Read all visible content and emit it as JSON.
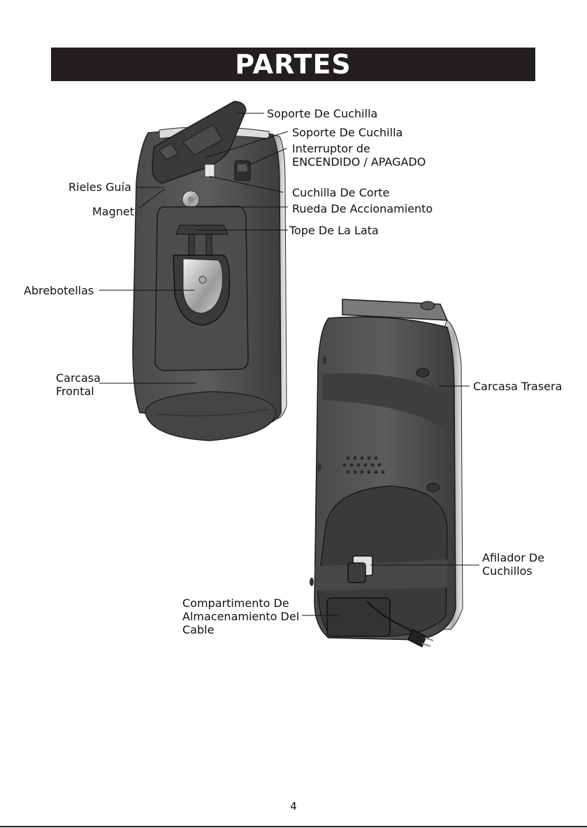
{
  "header": {
    "title": "PARTES"
  },
  "labels": {
    "blade_holder_top": "Soporte De Cuchilla",
    "blade_holder": "Soporte De Cuchilla",
    "switch_line1": "Interruptor de",
    "switch_line2": "ENCENDIDO / APAGADO",
    "guide_rails": "Rieles Guía",
    "magnet": "Magnet",
    "cutting_blade": "Cuchilla De Corte",
    "drive_wheel": "Rueda De Accionamiento",
    "can_stop": "Tope De La Lata",
    "bottle_opener": "Abrebotellas",
    "front_housing_line1": "Carcasa",
    "front_housing_line2": "Frontal",
    "rear_housing": "Carcasa Trasera",
    "sharpener_line1": "Afilador De",
    "sharpener_line2": "Cuchillos",
    "cord_storage_line1": "Compartimento De",
    "cord_storage_line2": "Almacenamiento Del",
    "cord_storage_line3": "Cable"
  },
  "footer": {
    "page_number": "4"
  }
}
